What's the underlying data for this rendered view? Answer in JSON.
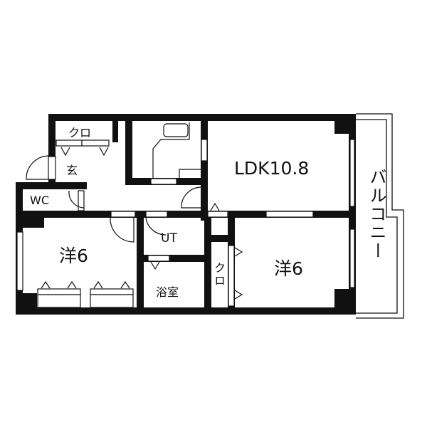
{
  "plan": {
    "rooms": {
      "closet_entry": "クロ",
      "entrance": "玄",
      "wc": "WC",
      "ldk": "LDK10.8",
      "balcony": "バルコニー",
      "western_left": "洋6",
      "ut": "UT",
      "bath": "浴室",
      "closet_right": "クロ",
      "western_right": "洋6"
    },
    "colors": {
      "wall": "#111111",
      "background": "#ffffff"
    }
  }
}
